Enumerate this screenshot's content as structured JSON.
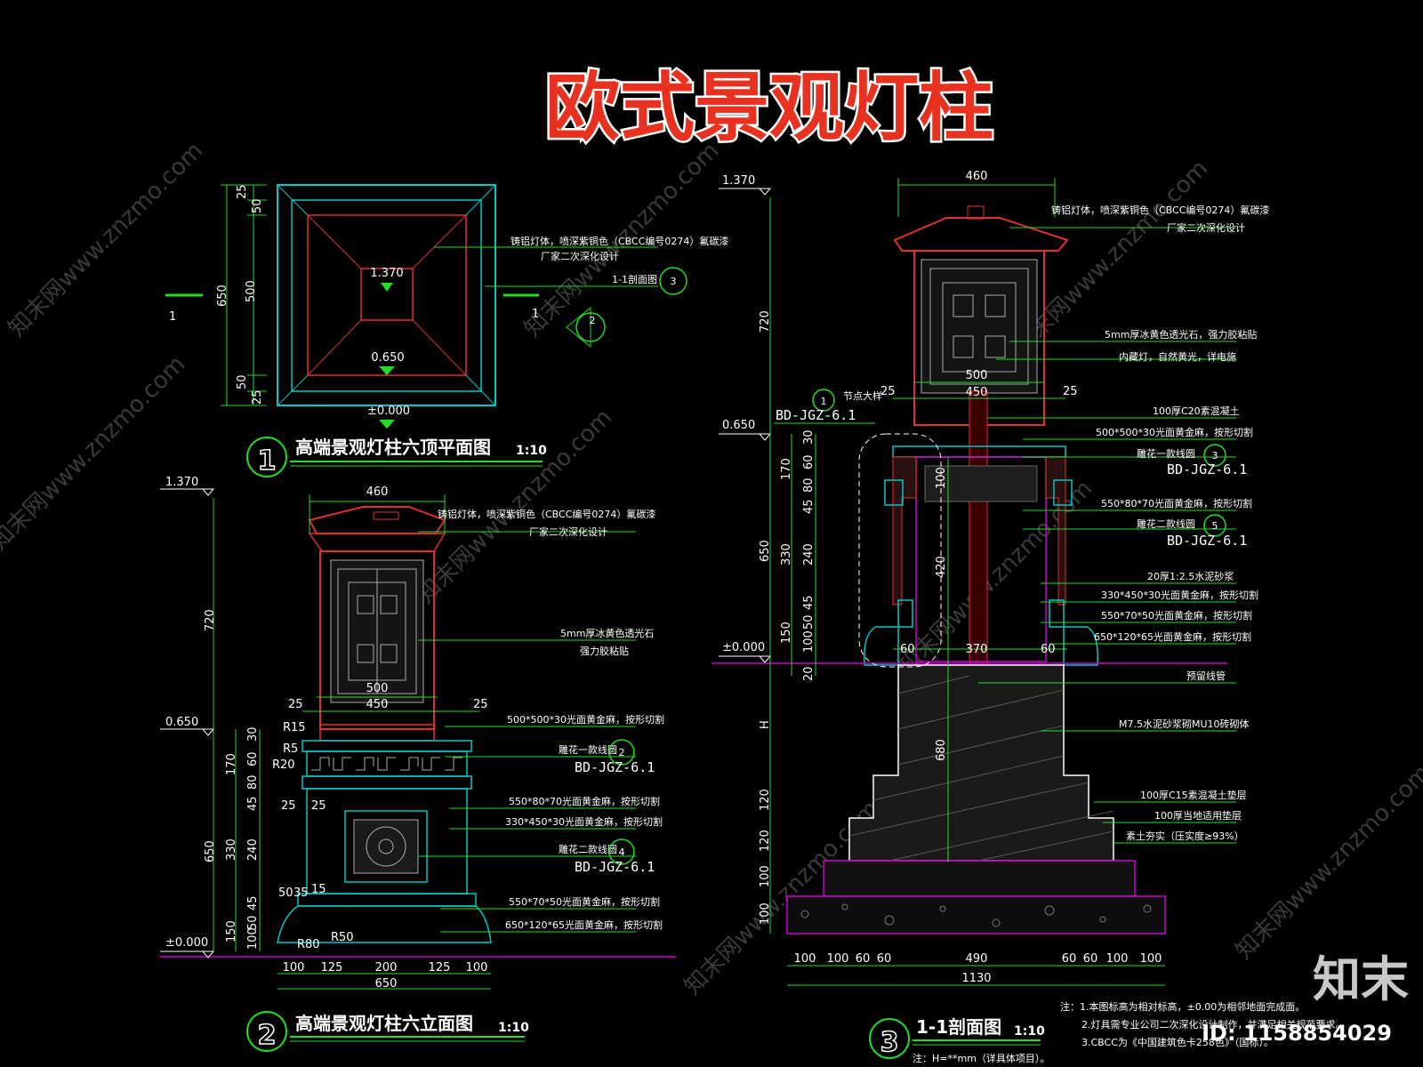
{
  "header": {
    "title": "欧式景观灯柱"
  },
  "watermark": {
    "text": "知末网www.znzmo.com",
    "logo": "知末",
    "id_label": "ID: 1158854029"
  },
  "plan": {
    "title": "高端景观灯柱六顶平面图",
    "scale": "1:10",
    "number": "1",
    "dims_left": [
      "25",
      "50",
      "500",
      "50",
      "25"
    ],
    "dim_total": "650",
    "levels": {
      "top": "1.370",
      "mid": "0.650",
      "ground": "±0.000"
    },
    "section_mark": "1",
    "callout_light": "铸铝灯体，喷深紫铜色（CBCC编号0274）氟碳漆",
    "callout_light2": "厂家二次深化设计",
    "callout_section": "1-1剖面图",
    "callout_section_num": "3",
    "ref_num": "2"
  },
  "elevation": {
    "title": "高端景观灯柱六立面图",
    "scale": "1:10",
    "number": "2",
    "level_top": "1.370",
    "level_mid": "0.650",
    "level_ground": "±0.000",
    "dim_top": "460",
    "dim_720": "720",
    "dim_650": "650",
    "dims_v": [
      "30",
      "60",
      "80",
      "45",
      "330",
      "240",
      "45",
      "50",
      "150",
      "100"
    ],
    "dim_170": "170",
    "dim_500": "500",
    "dim_450": "450",
    "dim_25a": "25",
    "dim_25b": "25",
    "radii": [
      "R15",
      "R5",
      "R20",
      "R80",
      "R50"
    ],
    "dim_s1": "25",
    "dim_s2": "25",
    "dim_s3": "50",
    "dim_s4": "35",
    "dim_s5": "15",
    "dims_bottom": [
      "100",
      "125",
      "200",
      "125",
      "100"
    ],
    "dim_bottom_total": "650",
    "notes": [
      "铸铝灯体，喷深紫铜色（CBCC编号0274）氟碳漆",
      "厂家二次深化设计",
      "5mm厚冰黄色透光石",
      "强力胶粘贴",
      "500*500*30光面黄金麻，按形切割",
      "雕花一款线圆",
      "BD-JGZ-6.1",
      "550*80*70光面黄金麻，按形切割",
      "330*450*30光面黄金麻，按形切割",
      "雕花二款线圆",
      "BD-JGZ-6.1",
      "550*70*50光面黄金麻，按形切割",
      "650*120*65光面黄金麻，按形切割"
    ],
    "tag_nums": [
      "2",
      "4"
    ]
  },
  "section": {
    "title": "1-1剖面图",
    "scale": "1:10",
    "number": "3",
    "level_top": "1.370",
    "level_mid": "0.650",
    "level_ground": "±0.000",
    "dim_top": "460",
    "dim_720": "720",
    "dim_650": "650",
    "dim_H": "H",
    "dims_v": [
      "30",
      "60",
      "80",
      "45",
      "330",
      "240",
      "45",
      "50",
      "150",
      "100",
      "20"
    ],
    "dim_170": "170",
    "dim_inner": [
      "100",
      "420",
      "680"
    ],
    "dim_500": "500",
    "dim_450": "450",
    "dim_25a": "25",
    "dim_25b": "25",
    "dim_60a": "60",
    "dim_370": "370",
    "dim_60b": "60",
    "dims_found": [
      "120",
      "120",
      "100",
      "100"
    ],
    "dims_bottom": [
      "100",
      "100",
      "60",
      "60",
      "490",
      "60",
      "60",
      "100",
      "100"
    ],
    "dim_bottom_total": "1130",
    "detail_tag": {
      "num": "1",
      "label": "节点大样",
      "ref": "BD-JGZ-6.1"
    },
    "notes": [
      "铸铝灯体，喷深紫铜色（CBCC编号0274）氟碳漆",
      "厂家二次深化设计",
      "5mm厚冰黄色透光石，强力胶粘贴",
      "内藏灯，自然黄光，详电施",
      "100厚C20素混凝土",
      "500*500*30光面黄金麻，按形切割",
      "雕花一款线圆",
      "BD-JGZ-6.1",
      "550*80*70光面黄金麻，按形切割",
      "雕花二款线圆",
      "BD-JGZ-6.1",
      "20厚1:2.5水泥砂浆",
      "330*450*30光面黄金麻，按形切割",
      "550*70*50光面黄金麻，按形切割",
      "650*120*65光面黄金麻，按形切割",
      "预留线管",
      "M7.5水泥砂浆砌MU10砖砌体",
      "100厚C15素混凝土垫层",
      "100厚当地适用垫层",
      "素土夯实（压实度≥93%）"
    ],
    "tag_nums": [
      "3",
      "5"
    ],
    "footnotes": [
      "注：1.本图标高为相对标高，±0.00为相邻地面完成面。",
      "2.灯具需专业公司二次深化设计制作，并满足相关规范要求。",
      "3.CBCC为《中国建筑色卡258色》（国标）。",
      "注：H=**mm（详具体项目）。"
    ]
  }
}
